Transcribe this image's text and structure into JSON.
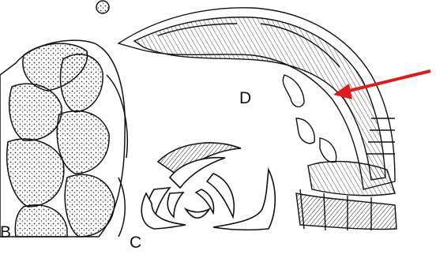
{
  "figure": {
    "panels": [
      {
        "letter": "B"
      },
      {
        "letter": "C"
      },
      {
        "letter": "D"
      }
    ],
    "annotation": {
      "type": "arrow",
      "color": "#e01b1b"
    }
  },
  "colors": {
    "ink": "#111111",
    "stipple": "#333333",
    "arrow": "#e01b1b",
    "background": "#ffffff"
  }
}
